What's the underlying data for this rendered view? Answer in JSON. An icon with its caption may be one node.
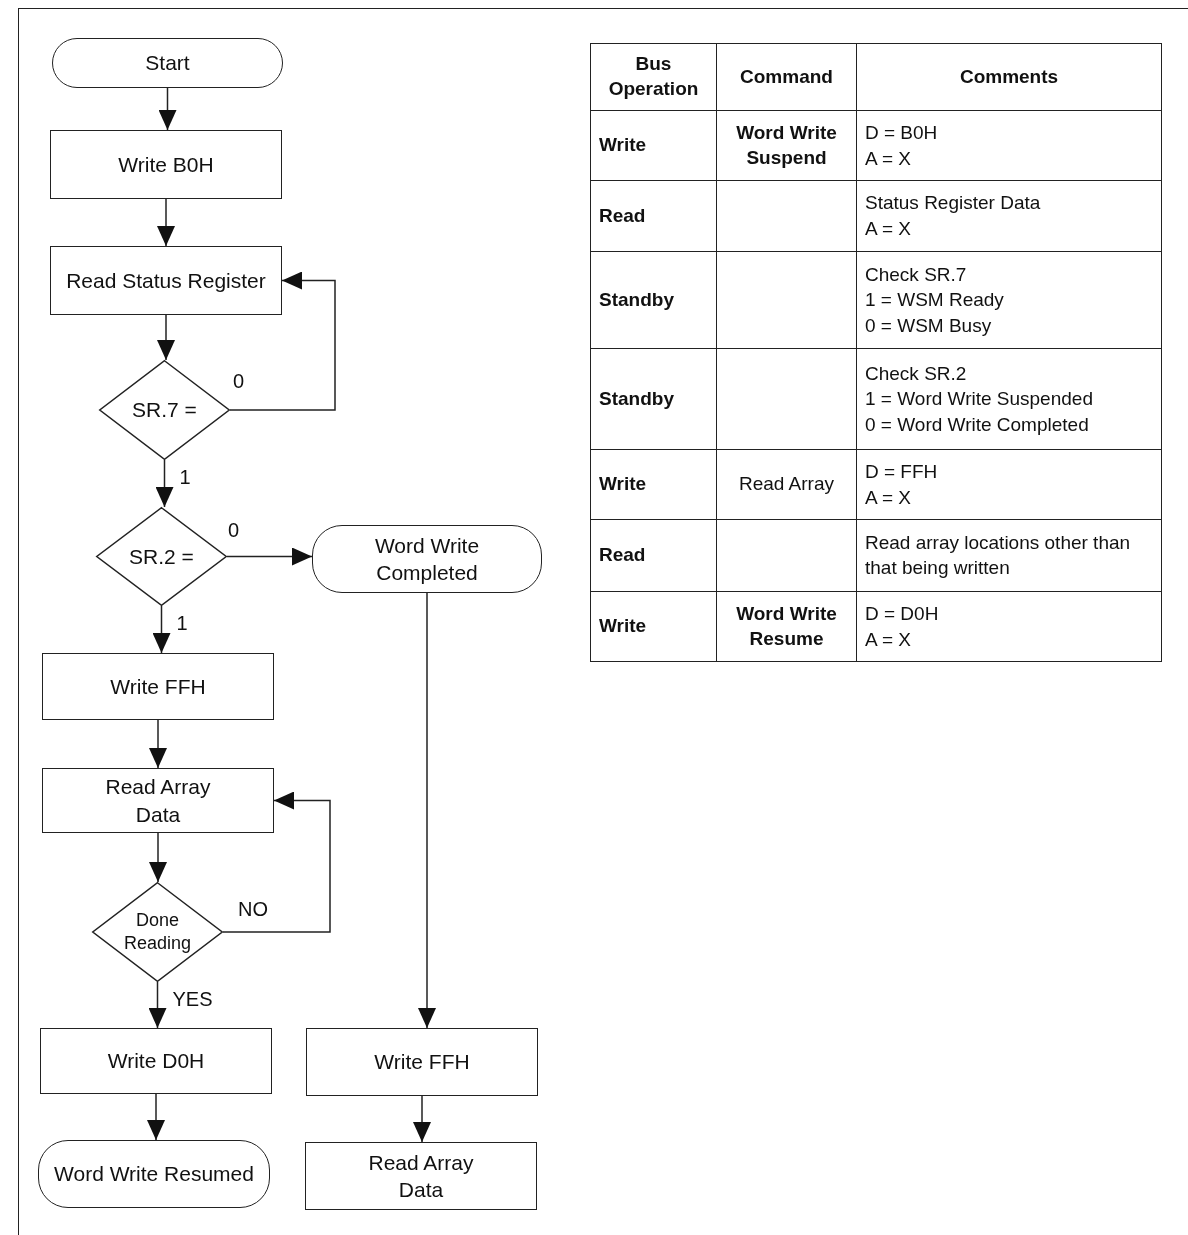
{
  "diagram": {
    "nodes": [
      {
        "text": [
          "Start"
        ]
      },
      {
        "text": [
          "Write B0H"
        ]
      },
      {
        "text": [
          "Read Status Register"
        ]
      },
      {
        "text": [
          "SR.7 ="
        ]
      },
      {
        "text": [
          "SR.2 ="
        ]
      },
      {
        "text": [
          "Word Write Completed"
        ]
      },
      {
        "text": [
          "Write FFH"
        ]
      },
      {
        "text": [
          "Read Array Data"
        ]
      },
      {
        "text": [
          "Done Reading"
        ]
      },
      {
        "text": [
          "Write D0H"
        ]
      },
      {
        "text": [
          "Word Write Resumed"
        ]
      },
      {
        "text": [
          "Write FFH"
        ]
      },
      {
        "text": [
          "Read Array Data"
        ]
      }
    ],
    "edges": [
      {
        "from": 0,
        "to": 1,
        "arrow": "to"
      },
      {
        "from": 1,
        "to": 2,
        "arrow": "to"
      },
      {
        "from": 2,
        "to": 3,
        "arrow": "to"
      },
      {
        "from": 3,
        "to": 2,
        "arrow": "to",
        "label": "0"
      },
      {
        "from": 3,
        "to": 4,
        "arrow": "to",
        "label": "1"
      },
      {
        "from": 4,
        "to": 5,
        "arrow": "to",
        "label": "0"
      },
      {
        "from": 4,
        "to": 6,
        "arrow": "to",
        "label": "1"
      },
      {
        "from": 6,
        "to": 7,
        "arrow": "to"
      },
      {
        "from": 7,
        "to": 8,
        "arrow": "to"
      },
      {
        "from": 8,
        "to": 7,
        "arrow": "to",
        "label": "NO"
      },
      {
        "from": 8,
        "to": 9,
        "arrow": "to",
        "label": "YES"
      },
      {
        "from": 9,
        "to": 10,
        "arrow": "to"
      },
      {
        "from": 5,
        "to": 11,
        "arrow": "to"
      },
      {
        "from": 11,
        "to": 12,
        "arrow": "to"
      }
    ],
    "labels": [
      "Bus Operation",
      "Command",
      "Comments",
      "Write",
      "Word Write Suspend",
      "D = B0H",
      "A = X",
      "Read",
      "Status Register Data",
      "A = X",
      "Standby",
      "Check SR.7",
      "1 = WSM Ready",
      "0 = WSM Busy",
      "Standby",
      "Check SR.2",
      "1 = Word Write Suspended",
      "0 = Word Write Completed",
      "Write",
      "Read Array",
      "D = FFH",
      "A = X",
      "Read",
      "Read array locations other than that being written",
      "Write",
      "Word Write Resume",
      "D = D0H",
      "A = X"
    ]
  }
}
